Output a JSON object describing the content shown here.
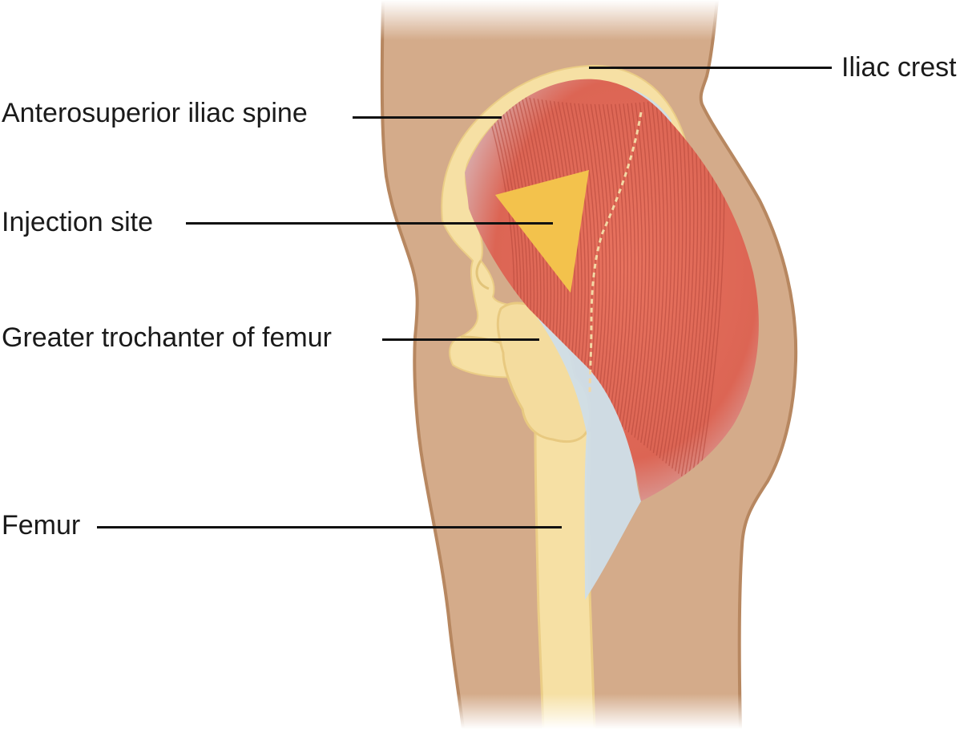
{
  "labels": {
    "iliac_crest": "Iliac crest",
    "anterosuperior_iliac_spine": "Anterosuperior iliac spine",
    "injection_site": "Injection site",
    "greater_trochanter": "Greater trochanter of femur",
    "femur": "Femur"
  },
  "colors": {
    "skin": "#d4ab8a",
    "skin_outline": "#b78760",
    "bone": "#f6e0a4",
    "bone_shade": "#ebcd86",
    "fascia": "#cfdde8",
    "muscle": "#e2715e",
    "muscle_fiber": "#b3453a",
    "injection_site": "#f3c24c",
    "leader_line": "#111111"
  }
}
